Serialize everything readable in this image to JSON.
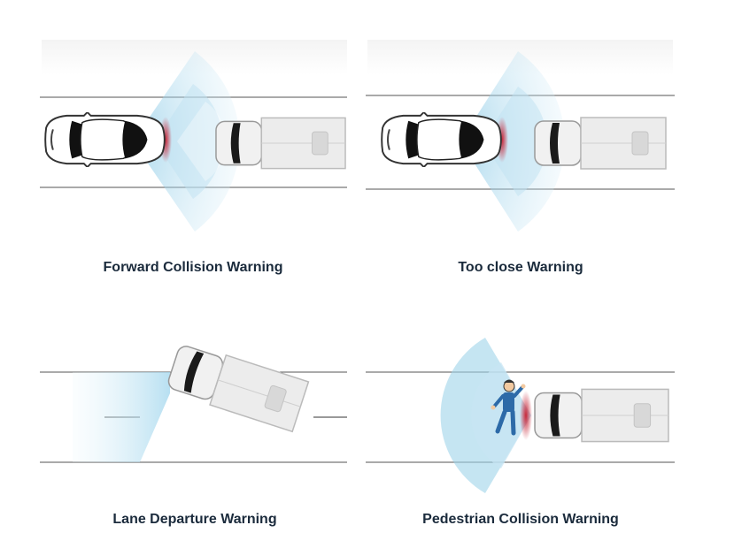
{
  "panels": [
    {
      "title": "Forward Collision Warning"
    },
    {
      "title": "Too close Warning"
    },
    {
      "title": "Lane Departure Warning"
    },
    {
      "title": "Pedestrian Collision Warning"
    }
  ],
  "colors": {
    "label": "#1b2b3c",
    "sensor": "#9fd3ea",
    "alert": "#c8283a",
    "road_line": "#555555"
  }
}
